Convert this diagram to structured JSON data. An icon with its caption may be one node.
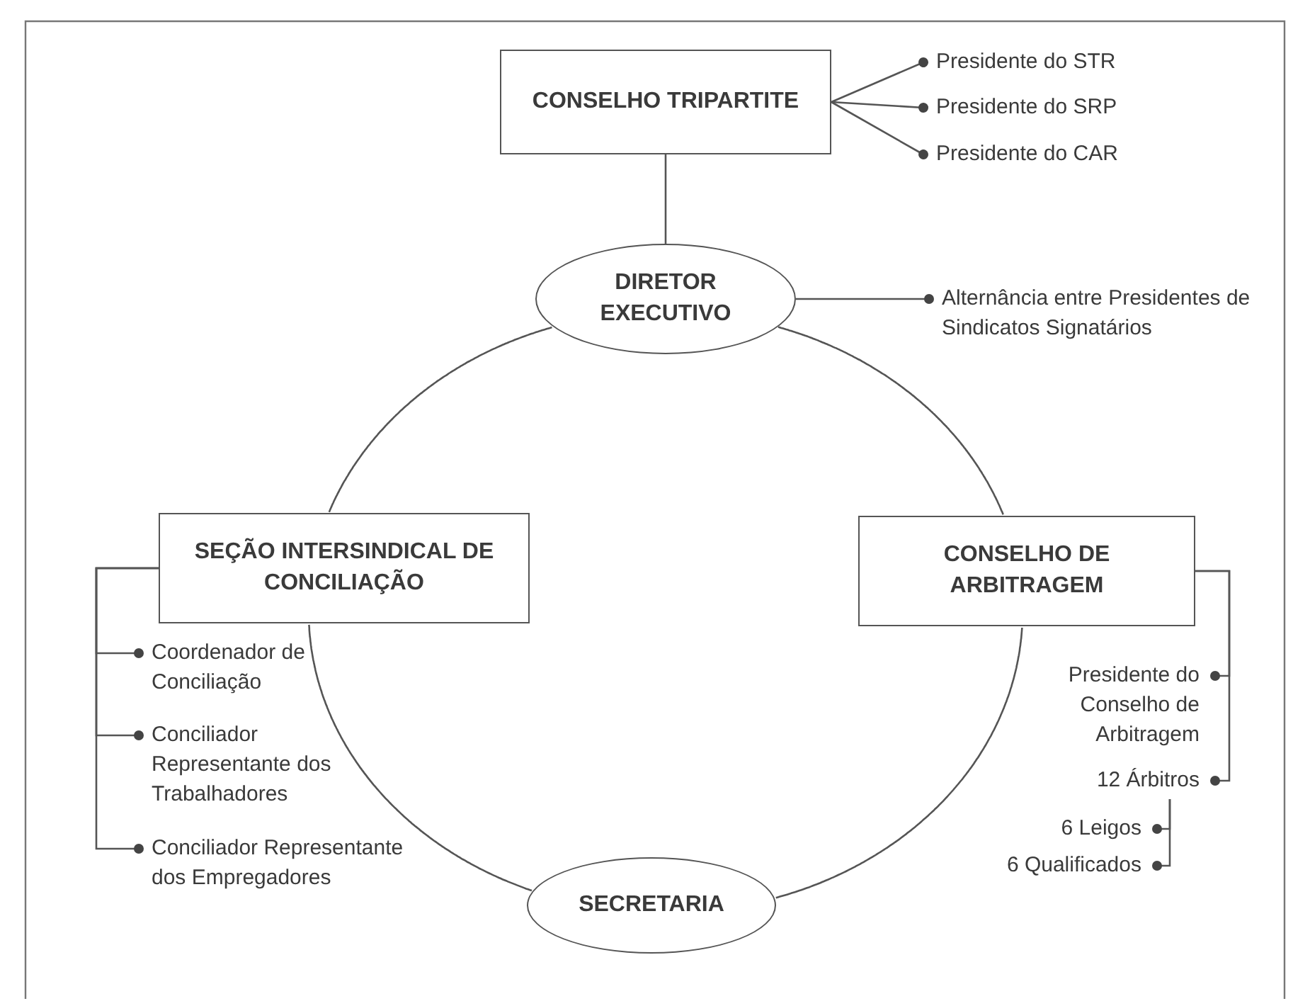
{
  "diagram": {
    "nodes": [
      {
        "text": [
          "CONSELHO TRIPARTITE"
        ]
      },
      {
        "text": [
          "Presidente do STR"
        ]
      },
      {
        "text": [
          "Presidente do SRP"
        ]
      },
      {
        "text": [
          "Presidente do CAR"
        ]
      },
      {
        "text": [
          "DIRETOR EXECUTIVO"
        ]
      },
      {
        "text": [
          "Alternância entre Presidentes de Sindicatos Signatários"
        ]
      },
      {
        "text": [
          "SEÇÃO INTERSINDICAL DE CONCILIAÇÃO"
        ]
      },
      {
        "text": [
          "CONSELHO DE ARBITRAGEM"
        ]
      },
      {
        "text": [
          "Coordenador de Conciliação"
        ]
      },
      {
        "text": [
          "Conciliador Representante dos Trabalhadores"
        ]
      },
      {
        "text": [
          "Conciliador Representante dos Empregadores"
        ]
      },
      {
        "text": [
          "SECRETARIA"
        ]
      },
      {
        "text": [
          "Presidente do Conselho de Arbitragem"
        ]
      },
      {
        "text": [
          "12 Árbitros"
        ]
      },
      {
        "text": [
          "6 Leigos"
        ]
      },
      {
        "text": [
          "6 Qualificados"
        ]
      }
    ],
    "edges": [
      {
        "from": 0,
        "to": 1,
        "arrow": "other"
      },
      {
        "from": 0,
        "to": 2,
        "arrow": "other"
      },
      {
        "from": 0,
        "to": 3,
        "arrow": "other"
      },
      {
        "from": 0,
        "to": 4,
        "arrow": "none"
      },
      {
        "from": 4,
        "to": 5,
        "arrow": "other"
      },
      {
        "from": 4,
        "to": 6,
        "arrow": "none"
      },
      {
        "from": 6,
        "to": 11,
        "arrow": "none"
      },
      {
        "from": 11,
        "to": 7,
        "arrow": "none"
      },
      {
        "from": 7,
        "to": 4,
        "arrow": "none"
      },
      {
        "from": 6,
        "to": 8,
        "arrow": "other"
      },
      {
        "from": 6,
        "to": 9,
        "arrow": "other"
      },
      {
        "from": 6,
        "to": 10,
        "arrow": "other"
      },
      {
        "from": 7,
        "to": 12,
        "arrow": "other"
      },
      {
        "from": 7,
        "to": 13,
        "arrow": "other"
      },
      {
        "from": 13,
        "to": 14,
        "arrow": "other"
      },
      {
        "from": 13,
        "to": 15,
        "arrow": "other"
      }
    ]
  }
}
